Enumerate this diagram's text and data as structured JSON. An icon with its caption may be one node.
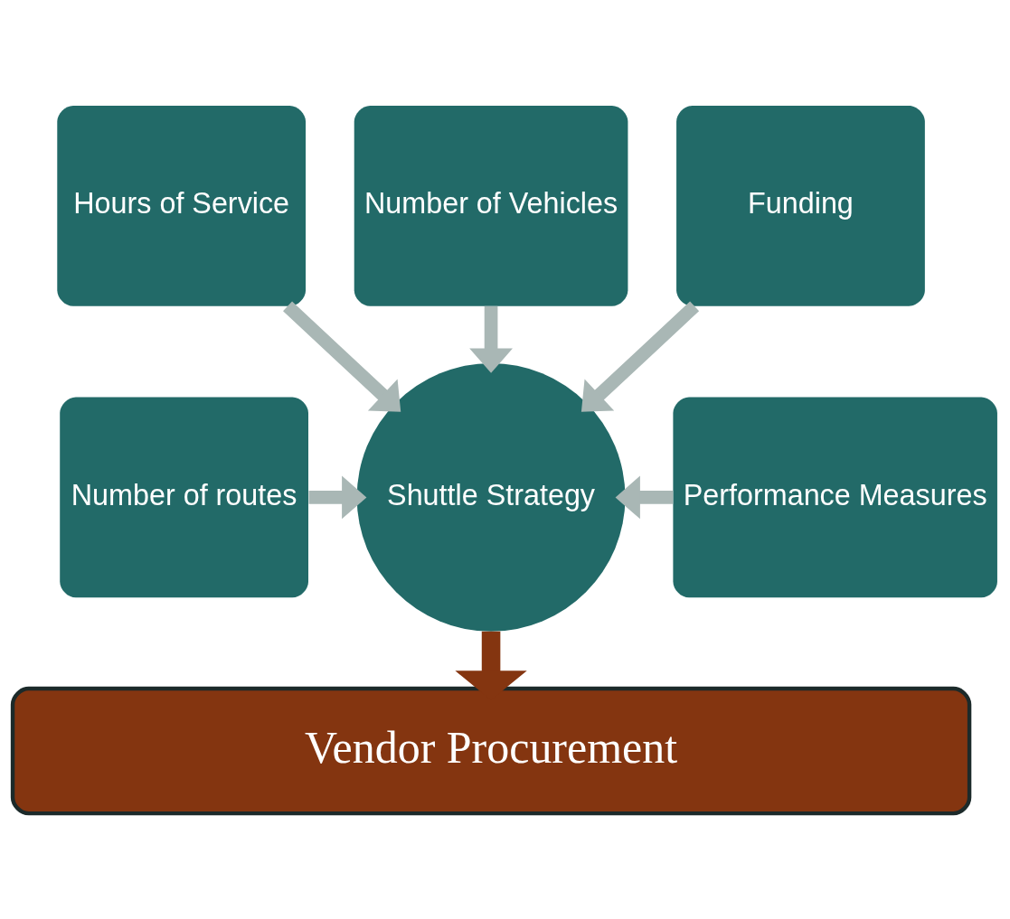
{
  "diagram": {
    "nodes": [
      {
        "text": [
          "Hours of Service"
        ]
      },
      {
        "text": [
          "Number of Vehicles"
        ]
      },
      {
        "text": [
          "Funding"
        ]
      },
      {
        "text": [
          "Number of routes"
        ]
      },
      {
        "text": [
          "Shuttle Strategy"
        ]
      },
      {
        "text": [
          "Performance Measures"
        ]
      },
      {
        "text": [
          "Vendor Procurement"
        ]
      }
    ],
    "edges": [
      {
        "from": 0,
        "to": 4,
        "arrow": "to"
      },
      {
        "from": 1,
        "to": 4,
        "arrow": "to"
      },
      {
        "from": 2,
        "to": 4,
        "arrow": "to"
      },
      {
        "from": 3,
        "to": 4,
        "arrow": "to"
      },
      {
        "from": 5,
        "to": 4,
        "arrow": "to"
      },
      {
        "from": 4,
        "to": 6,
        "arrow": "to",
        "color": "#843510"
      }
    ]
  }
}
